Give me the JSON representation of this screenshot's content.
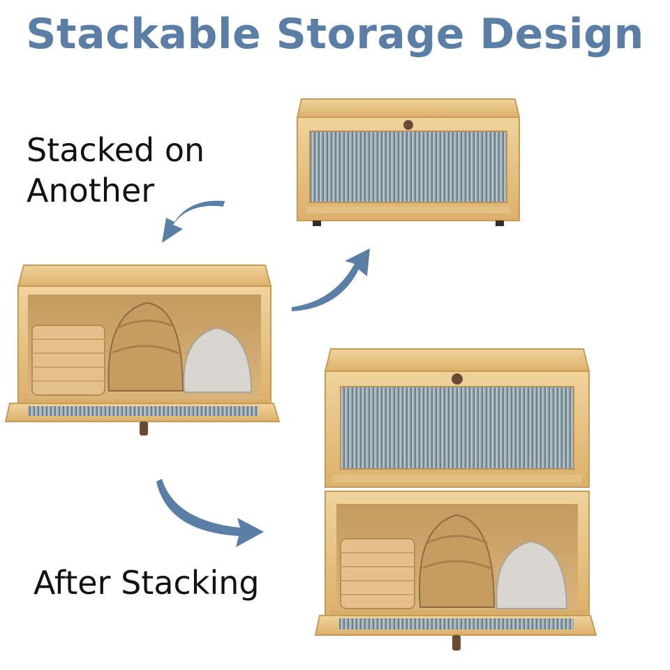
{
  "title": "Stackable Storage Design",
  "captions": {
    "stacked_line1": "Stacked on",
    "stacked_line2": "Another",
    "after": "After Stacking"
  },
  "colors": {
    "title": "#5b7ea6",
    "arrow": "#5b7ea6",
    "bamboo": "#e9c98d",
    "bamboo_dark": "#c99a55",
    "glass": "#8a9aa5"
  },
  "icons": [
    "curved-arrow-icon",
    "curved-arrow-icon",
    "curved-arrow-icon"
  ]
}
